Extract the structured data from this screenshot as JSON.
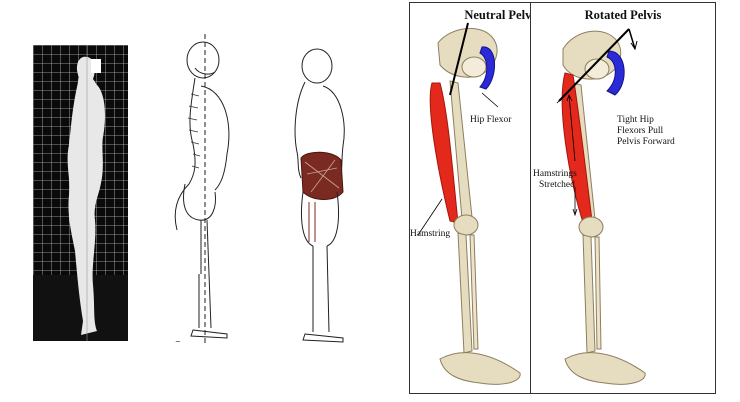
{
  "panels": {
    "neutral": {
      "title": "Neutral Pelvis",
      "labels": {
        "hip_flexor": "Hip Flexor",
        "hamstring": "Hamstring"
      }
    },
    "rotated": {
      "title": "Rotated Pelvis",
      "labels": {
        "tight_hip_flexors_1": "Tight Hip",
        "tight_hip_flexors_2": "Flexors Pull",
        "tight_hip_flexors_3": "Pelvis Forward",
        "hamstrings_stretched_1": "Hamstrings",
        "hamstrings_stretched_2": "Stretched"
      }
    }
  },
  "colors": {
    "hamstring_red": "#e3291c",
    "hip_flexor_blue": "#2a2ad6",
    "bone": "#e6dcc0"
  }
}
